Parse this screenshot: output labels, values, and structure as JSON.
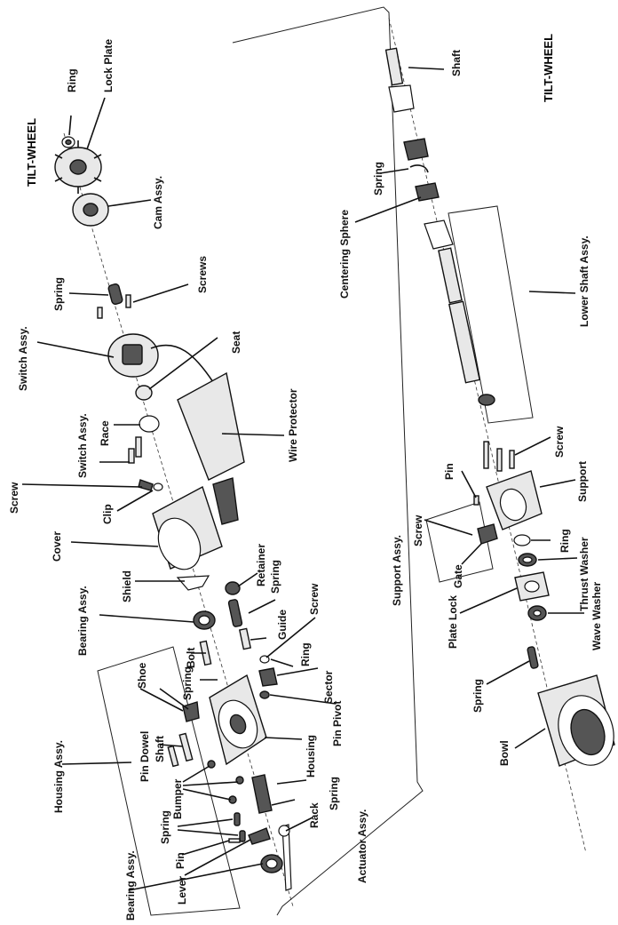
{
  "titles": {
    "left": "TILT-WHEEL",
    "right": "TILT-WHEEL"
  },
  "labels": {
    "ring_top": "Ring",
    "lock_plate": "Lock Plate",
    "cam_assy": "Cam Assy.",
    "spring_1": "Spring",
    "screws": "Screws",
    "switch_assy_1": "Switch Assy.",
    "seat": "Seat",
    "switch_assy_2": "Switch Assy.",
    "race": "Race",
    "wire_protector": "Wire Protector",
    "screw_1": "Screw",
    "clip": "Clip",
    "cover": "Cover",
    "shield": "Shield",
    "retainer": "Retainer",
    "spring_2": "Spring",
    "bearing_assy_1": "Bearing Assy.",
    "guide": "Guide",
    "screw_2": "Screw",
    "bolt": "Bolt",
    "spring_3": "Spring",
    "ring_mid": "Ring",
    "sector": "Sector",
    "shoe": "Shoe",
    "pin_pivot": "Pin Pivot",
    "shaft_left": "Shaft",
    "pin_dowel": "Pin Dowel",
    "housing": "Housing",
    "housing_assy": "Housing Assy.",
    "bumper": "Bumper",
    "spring_4": "Spring",
    "spring_5": "Spring",
    "rack": "Rack",
    "pin": "Pin",
    "actuator_assy": "Actuator Assy.",
    "lever": "Lever",
    "bearing_assy_2": "Bearing Assy.",
    "shaft_right": "Shaft",
    "spring_6": "Spring",
    "centering_sphere": "Centering Sphere",
    "lower_shaft_assy": "Lower Shaft Assy.",
    "screw_3": "Screw",
    "pin_right": "Pin",
    "support": "Support",
    "screw_4": "Screw",
    "support_assy": "Support Assy.",
    "ring_right": "Ring",
    "gate": "Gate",
    "thrust_washer": "Thrust Washer",
    "plate_lock": "Plate Lock",
    "wave_washer": "Wave Washer",
    "spring_7": "Spring",
    "bowl": "Bowl"
  }
}
